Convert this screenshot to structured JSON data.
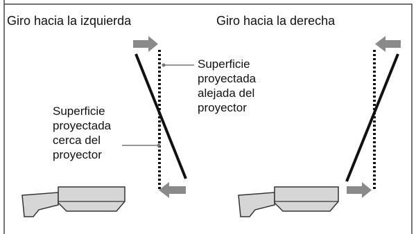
{
  "headings": {
    "left": "Giro hacia la izquierda",
    "right": "Giro hacia la derecha"
  },
  "callouts": {
    "far": "Superficie\nproyectada\nalejada del\nproyector",
    "near": "Superficie\nproyectada\ncerca del\nproyector"
  },
  "colors": {
    "frame": "#444444",
    "screen": "#111111",
    "arrow": "#8a8a8a",
    "projector_fill": "#d6d6d6",
    "projector_stroke": "#333333"
  },
  "icons": {
    "arrow": "arrow-icon",
    "projector": "projector-icon"
  }
}
